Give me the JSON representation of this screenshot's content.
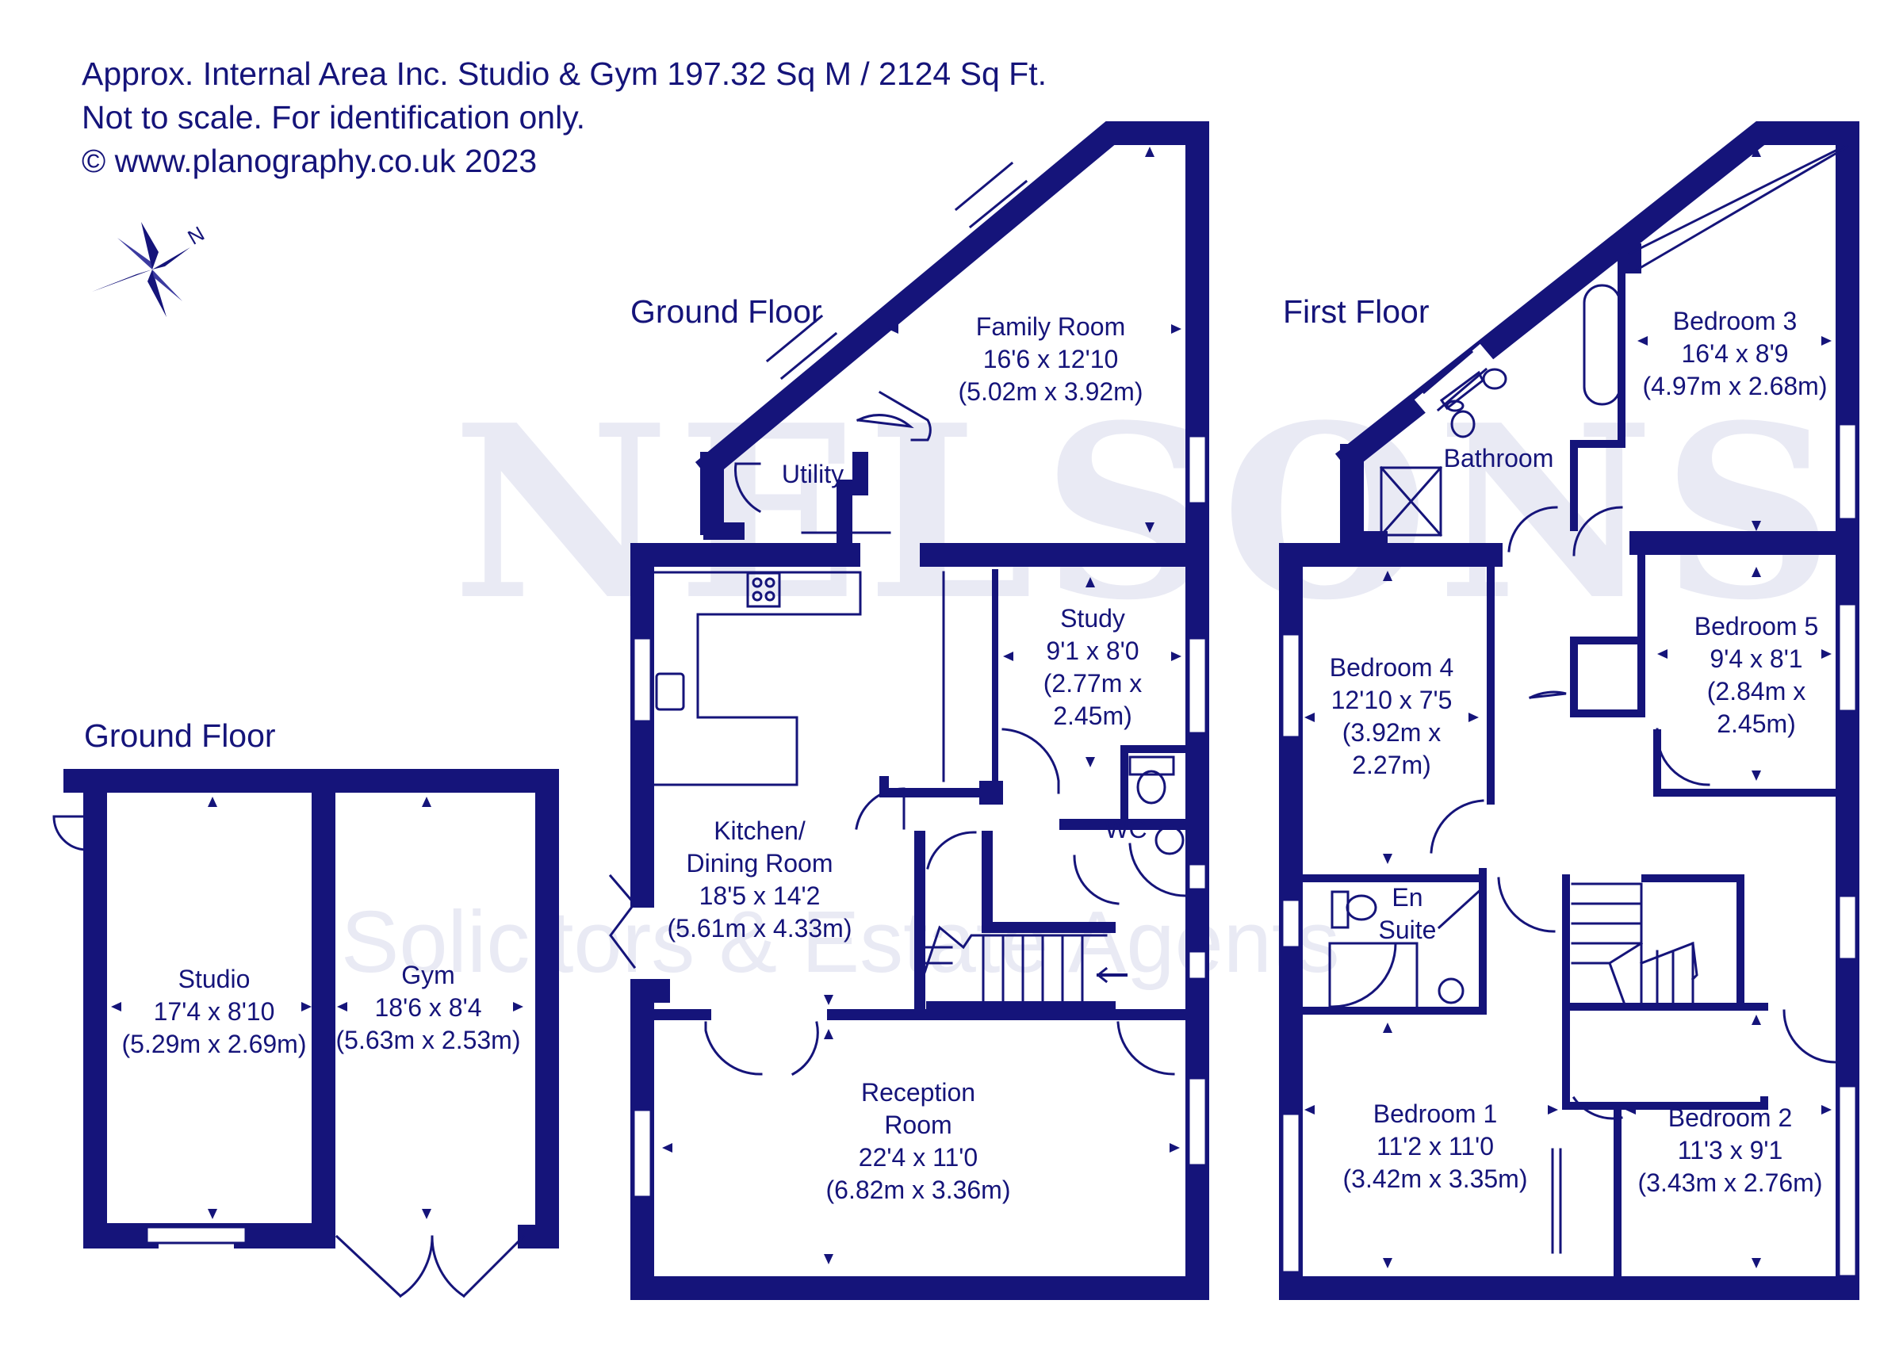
{
  "header": {
    "line1": "Approx. Internal Area Inc. Studio & Gym 197.32 Sq M / 2124 Sq Ft.",
    "line2": "Not to scale. For identification only.",
    "line3": "© www.planography.co.uk 2023"
  },
  "compass": {
    "label": "N"
  },
  "watermark": {
    "brand": "NELSONS",
    "sub": "Solicitors & Estate Agents"
  },
  "floors": {
    "ground_main": "Ground Floor",
    "ground_outbuilding": "Ground Floor",
    "first": "First Floor"
  },
  "rooms": {
    "family_room": {
      "name": "Family Room",
      "imperial": "16'6 x 12'10",
      "metric": "(5.02m x 3.92m)"
    },
    "utility": {
      "name": "Utility"
    },
    "study": {
      "name": "Study",
      "imperial": "9'1 x 8'0",
      "metric1": "(2.77m x",
      "metric2": "2.45m)"
    },
    "wc": {
      "name": "WC"
    },
    "kitchen": {
      "name1": "Kitchen/",
      "name2": "Dining Room",
      "imperial": "18'5 x 14'2",
      "metric": "(5.61m x 4.33m)"
    },
    "reception": {
      "name1": "Reception",
      "name2": "Room",
      "imperial": "22'4 x 11'0",
      "metric": "(6.82m x 3.36m)"
    },
    "studio": {
      "name": "Studio",
      "imperial": "17'4 x 8'10",
      "metric": "(5.29m x 2.69m)"
    },
    "gym": {
      "name": "Gym",
      "imperial": "18'6 x 8'4",
      "metric": "(5.63m x 2.53m)"
    },
    "bathroom": {
      "name": "Bathroom"
    },
    "bedroom3": {
      "name": "Bedroom 3",
      "imperial": "16'4 x 8'9",
      "metric": "(4.97m x 2.68m)"
    },
    "bedroom4": {
      "name": "Bedroom 4",
      "imperial": "12'10 x 7'5",
      "metric1": "(3.92m x",
      "metric2": "2.27m)"
    },
    "bedroom5": {
      "name": "Bedroom 5",
      "imperial": "9'4 x 8'1",
      "metric1": "(2.84m x",
      "metric2": "2.45m)"
    },
    "ensuite": {
      "name1": "En",
      "name2": "Suite"
    },
    "bedroom1": {
      "name": "Bedroom 1",
      "imperial": "11'2 x 11'0",
      "metric": "(3.42m x 3.35m)"
    },
    "bedroom2": {
      "name": "Bedroom 2",
      "imperial": "11'3 x 9'1",
      "metric": "(3.43m x 2.76m)"
    }
  },
  "colors": {
    "wall": "#15147a",
    "window": "#ffffff",
    "watermark": "#e9eaf4"
  }
}
